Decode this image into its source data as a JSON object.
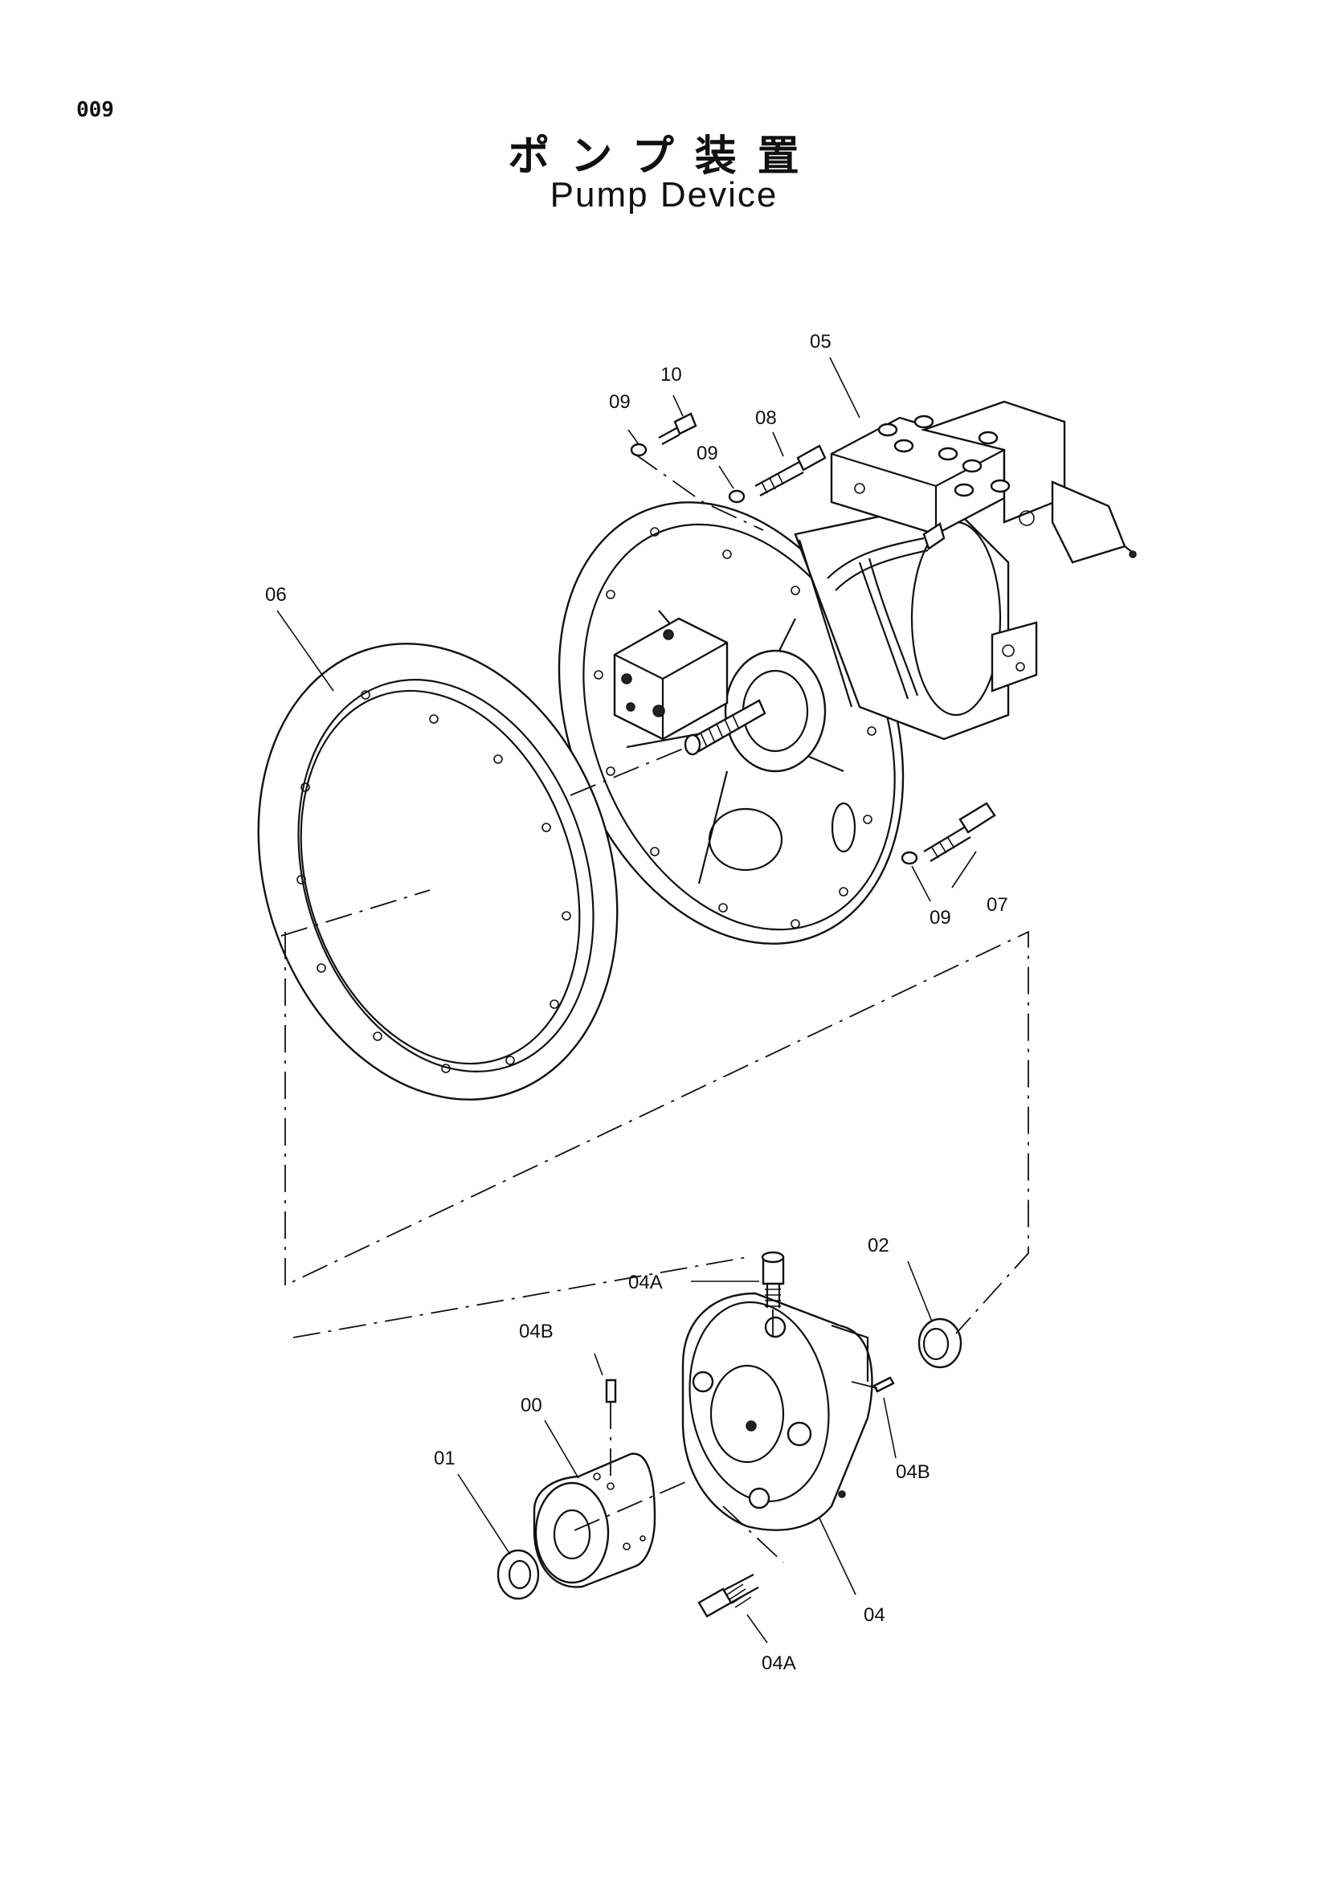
{
  "page": {
    "number": "009",
    "title_jp": "ポンプ装置",
    "title_en": "Pump Device"
  },
  "callouts": {
    "c00": "00",
    "c01": "01",
    "c02": "02",
    "c04": "04",
    "c04a_top": "04A",
    "c04a_bottom": "04A",
    "c04b_left": "04B",
    "c04b_right": "04B",
    "c05": "05",
    "c06": "06",
    "c07": "07",
    "c08": "08",
    "c09_top_left": "09",
    "c09_top_mid": "09",
    "c09_bottom": "09",
    "c10": "10"
  }
}
